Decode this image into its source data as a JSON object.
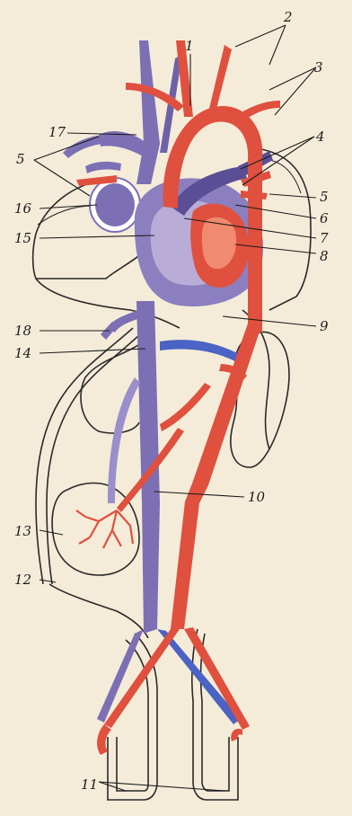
{
  "labels": {
    "l1": "1",
    "l2": "2",
    "l3": "3",
    "l4": "4",
    "l5_left": "5",
    "l5_right": "5",
    "l6": "6",
    "l7": "7",
    "l8": "8",
    "l9": "9",
    "l10": "10",
    "l11": "11",
    "l12": "12",
    "l13": "13",
    "l14": "14",
    "l15": "15",
    "l16": "16",
    "l17": "17",
    "l18": "18"
  },
  "colors": {
    "artery": "#e0503e",
    "artery_dark": "#c63a2c",
    "vein": "#7d6fb4",
    "vein_dark": "#5a4e96",
    "vein_blue": "#4a63c4",
    "heart_light": "#b9acd6",
    "paper": "#f4ecd9"
  }
}
